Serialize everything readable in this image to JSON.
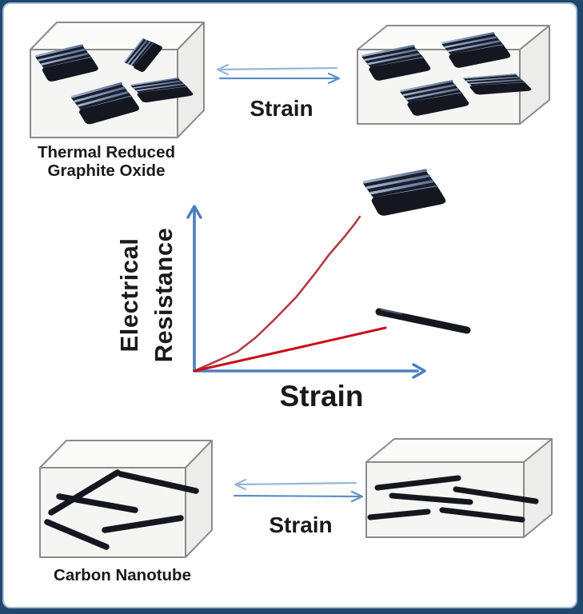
{
  "top_section": {
    "left_box": {
      "label": "Thermal Reduced Graphite Oxide",
      "label_lines": [
        "Thermal Reduced",
        "Graphite Oxide"
      ],
      "contents": "randomly oriented graphite-oxide flake stacks"
    },
    "right_box": {
      "contents": "strain-aligned graphite-oxide flake stacks"
    },
    "arrow_label": "Strain"
  },
  "bottom_section": {
    "left_box": {
      "label": "Carbon Nanotube",
      "contents": "randomly oriented carbon nanotube rods"
    },
    "right_box": {
      "contents": "strain-aligned carbon nanotube rods"
    },
    "arrow_label": "Strain"
  },
  "chart_data": {
    "type": "line",
    "title": "",
    "xlabel": "Strain",
    "ylabel": "Electrical Resistance",
    "ylabel_lines": [
      "Electrical",
      "Resistance"
    ],
    "x_range_normalized": [
      0,
      1
    ],
    "y_range_normalized": [
      0,
      1
    ],
    "grid": false,
    "tick_labels": "none",
    "legend": "icons beside curve ends (graphite flake stack = steep curve, nanotube rod = shallow curve)",
    "axis_color": "#4C7EBF",
    "series": [
      {
        "name": "Thermal Reduced Graphite Oxide",
        "shape": "superlinear (exponential-like) resistance increase with strain",
        "color": "#B23B45",
        "marker_icon": "graphite-flake-icon",
        "points": [
          [
            0,
            0
          ],
          [
            0.094,
            0.058
          ],
          [
            0.188,
            0.117
          ],
          [
            0.268,
            0.204
          ],
          [
            0.348,
            0.311
          ],
          [
            0.443,
            0.447
          ],
          [
            0.523,
            0.587
          ],
          [
            0.589,
            0.709
          ],
          [
            0.652,
            0.811
          ],
          [
            0.693,
            0.883
          ],
          [
            0.721,
            0.937
          ]
        ]
      },
      {
        "name": "Carbon Nanotube",
        "shape": "linear, low-slope resistance increase with strain",
        "color": "#C90D18",
        "marker_icon": "nanotube-icon",
        "points": [
          [
            0,
            0
          ],
          [
            0.42,
            0.131
          ],
          [
            0.833,
            0.262
          ]
        ]
      }
    ]
  },
  "icons": {
    "graphite_flake": "stack-of-dark-plates-with-blue-edges",
    "carbon_nanotube_rod": "black-rounded-rod",
    "equilibrium_arrows": "paired-opposing-arrows",
    "axis_arrow": "open-v-arrowhead"
  },
  "colors": {
    "frame_navy": "#20486F",
    "frame_inner_line": "#A7BACB",
    "axis_blue": "#4C7EBF",
    "arrow_light_blue": "#9AB5D5",
    "arrow_steel_blue": "#5E8FC7",
    "curve_trgo_red": "#B23B45",
    "curve_cnt_red": "#C90D18",
    "box_outline_gray": "#8B8B8B",
    "box_fill": "#F5F5F4",
    "flake_dark": "#171B25",
    "flake_stripe_blue": "#8FA3C6",
    "rod_black": "#15171E",
    "label_black": "#1A1A1A"
  }
}
